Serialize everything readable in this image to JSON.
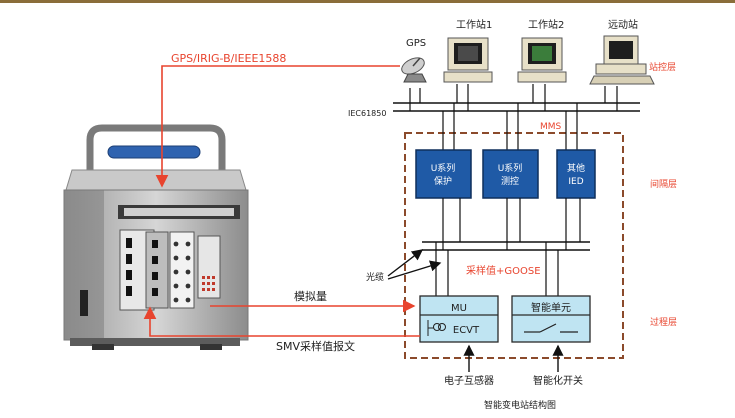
{
  "labels": {
    "gps": "GPS",
    "ws1": "工作站1",
    "ws2": "工作站2",
    "remote": "远动站",
    "station_layer": "站控层",
    "bay_layer": "间隔层",
    "process_layer": "过程层",
    "time_sync": "GPS/IRIG-B/IEEE1588",
    "iec": "IEC61850",
    "mms": "MMS",
    "u_protect_1": "U系列",
    "u_protect_2": "保护",
    "u_measure_1": "U系列",
    "u_measure_2": "测控",
    "other_ied_1": "其他",
    "other_ied_2": "IED",
    "fiber": "光缆",
    "sv_goose": "采样值+GOOSE",
    "analog": "模拟量",
    "smv": "SMV采样值报文",
    "mu": "MU",
    "ecvt": "ECVT",
    "smart_unit": "智能单元",
    "ect_sensor": "电子互感器",
    "smart_switch": "智能化开关",
    "caption": "智能变电站结构图"
  },
  "colors": {
    "accent_red": "#e8442e",
    "dashed_border": "#8b4a2b",
    "ied_blue": "#1f5aa6",
    "process_blue": "#bfe4f2",
    "top_bar": "#8a6d3a"
  }
}
